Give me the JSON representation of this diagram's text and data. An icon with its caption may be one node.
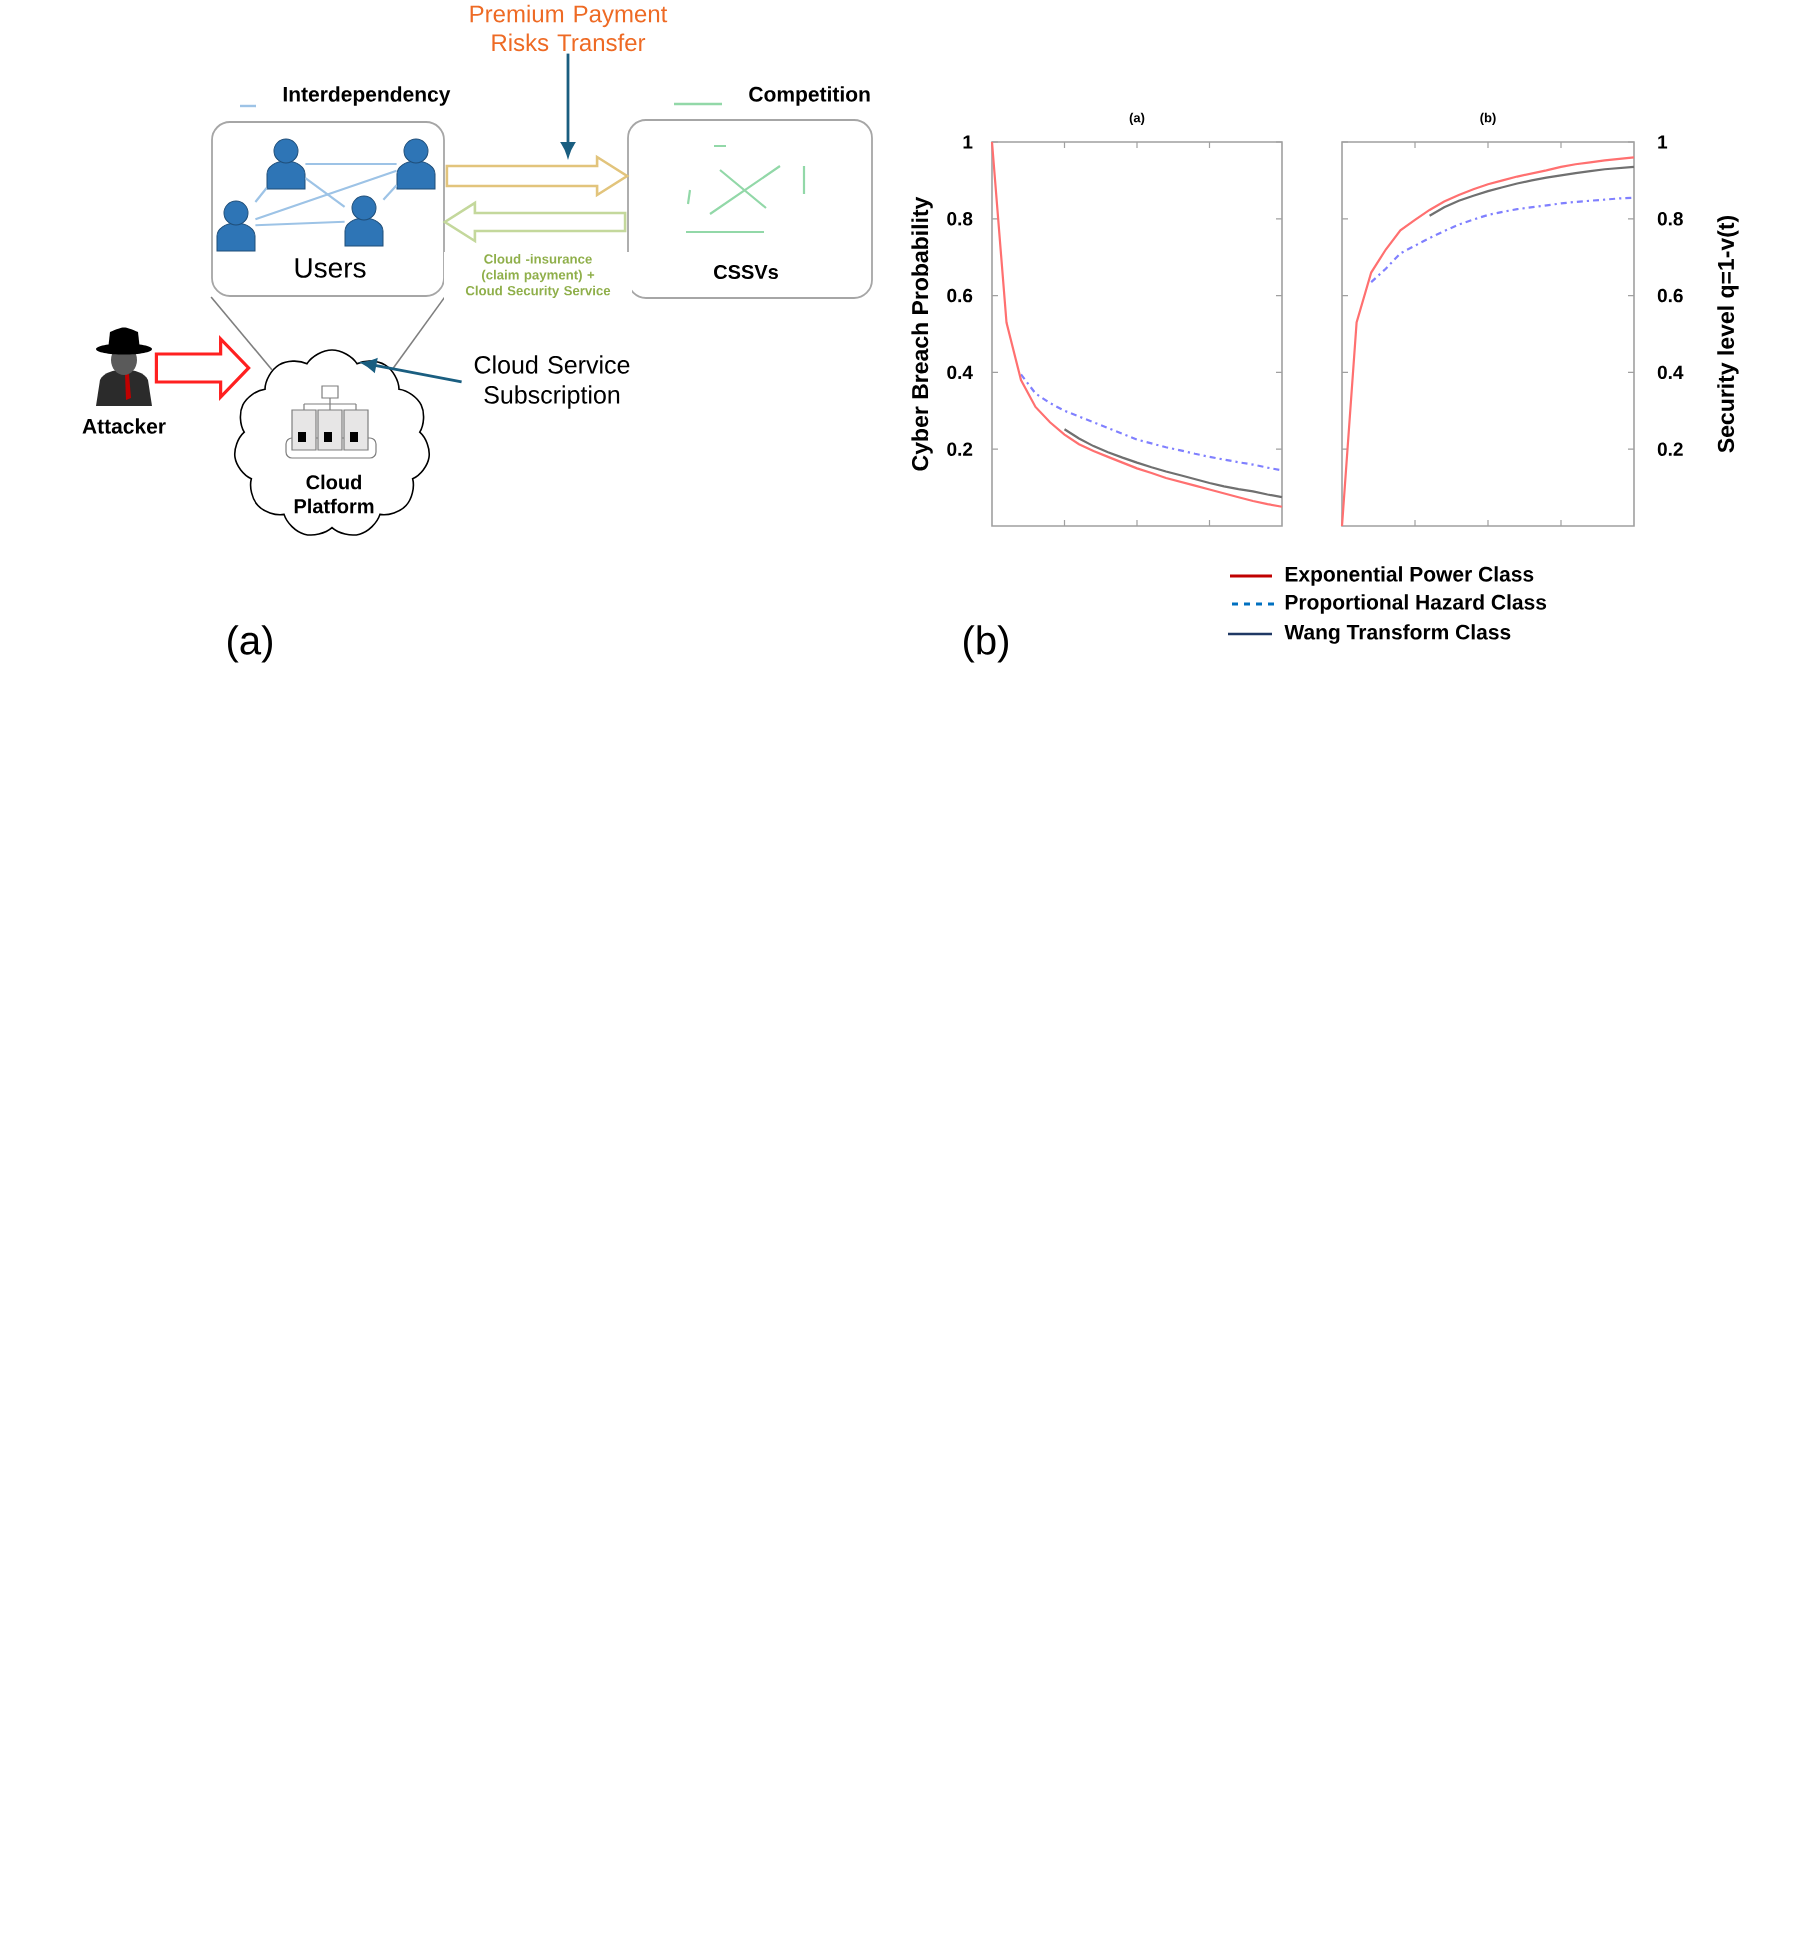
{
  "diagram": {
    "nodes": [
      {
        "text": [
          "Premium Payment Risks Transfer"
        ]
      },
      {
        "text": [
          "Users"
        ]
      },
      {
        "text": [],
        "shape": "person",
        "in": 1
      },
      {
        "text": [],
        "shape": "person",
        "in": 1
      },
      {
        "text": [],
        "shape": "person",
        "in": 1
      },
      {
        "text": [],
        "shape": "person",
        "in": 1
      },
      {
        "text": [
          "CSSVs"
        ]
      },
      {
        "text": [
          "Attacker"
        ]
      },
      {
        "text": [
          "Cloud Platform"
        ]
      },
      {
        "text": [
          "Cloud Service Subscription"
        ]
      }
    ],
    "edges": [
      {
        "from": 0,
        "to": null,
        "arrow": "to",
        "color": "#1a5e80"
      },
      {
        "from": 2,
        "to": 3,
        "arrow": "none"
      },
      {
        "from": 2,
        "to": 4,
        "arrow": "none"
      },
      {
        "from": 2,
        "to": 5,
        "arrow": "none"
      },
      {
        "from": 4,
        "to": 3,
        "arrow": "none"
      },
      {
        "from": 4,
        "to": 5,
        "arrow": "none"
      },
      {
        "from": 3,
        "to": 5,
        "arrow": "none"
      },
      {
        "from": 1,
        "to": 6,
        "arrow": "to",
        "style": "thick",
        "color": "#e2c47c"
      },
      {
        "from": 6,
        "to": 1,
        "arrow": "to",
        "style": "thick",
        "color": "#c4d89c",
        "label": "Cloud -insurance (claim payment) + Cloud Security Service"
      },
      {
        "from": 7,
        "to": 8,
        "arrow": "to",
        "style": "thick",
        "color": "#ff2020"
      },
      {
        "from": 1,
        "to": 8,
        "arrow": "none",
        "color": "#7f7f7f"
      },
      {
        "from": 1,
        "to": 8,
        "arrow": "none",
        "color": "#7f7f7f"
      },
      {
        "from": 9,
        "to": 8,
        "arrow": "to",
        "color": "#1a5e80"
      }
    ],
    "labels": [
      "(a)",
      "(b)"
    ],
    "legend": [
      {
        "text": "Interdependency"
      },
      {
        "text": "Competition"
      },
      {
        "text": "Exponential Power Class"
      },
      {
        "text": "Proportional Hazard Class"
      },
      {
        "text": "Wang Transform Class"
      }
    ],
    "chart_data": [
      {
        "type": "line",
        "title": "(a)",
        "ylabel": "Cyber Breach Probability",
        "categories": [
          null,
          null,
          null,
          null,
          null,
          null,
          null,
          null,
          null,
          null,
          null,
          null,
          null,
          null,
          null,
          null,
          null,
          null,
          null,
          null,
          null
        ],
        "ylim": [
          0,
          1
        ],
        "yticks": [
          0.2,
          0.4,
          0.6,
          0.8,
          1
        ],
        "series": [
          {
            "color": "#ff7070",
            "values": [
              1,
              0.53,
              0.38,
              0.31,
              0.27,
              0.238,
              0.213,
              0.195,
              0.18,
              0.165,
              0.15,
              0.138,
              0.125,
              0.115,
              0.105,
              0.095,
              0.085,
              0.075,
              0.065,
              0.057,
              0.05
            ]
          },
          {
            "color": "#8080ff",
            "line_style": "dashdot",
            "values": [
              null,
              null,
              0.395,
              0.345,
              0.32,
              0.3,
              0.285,
              0.27,
              0.255,
              0.24,
              0.225,
              0.215,
              0.205,
              0.197,
              0.188,
              0.18,
              0.173,
              0.166,
              0.16,
              0.152,
              0.145
            ]
          },
          {
            "color": "#707070",
            "values": [
              null,
              null,
              null,
              null,
              null,
              0.252,
              0.228,
              0.208,
              0.192,
              0.178,
              0.165,
              0.153,
              0.142,
              0.132,
              0.122,
              0.112,
              0.103,
              0.096,
              0.09,
              0.082,
              0.075
            ]
          }
        ]
      },
      {
        "type": "line",
        "title": "(b)",
        "ylabel": "Security level q=1-v(t)",
        "categories": [
          null,
          null,
          null,
          null,
          null,
          null,
          null,
          null,
          null,
          null,
          null,
          null,
          null,
          null,
          null,
          null,
          null,
          null,
          null,
          null,
          null
        ],
        "ylim": [
          0,
          1
        ],
        "yticks": [
          0.2,
          0.4,
          0.6,
          0.8,
          1
        ],
        "series": [
          {
            "color": "#ff7070",
            "values": [
              0,
              0.53,
              0.66,
              0.72,
              0.77,
              0.797,
              0.823,
              0.845,
              0.862,
              0.877,
              0.89,
              0.9,
              0.91,
              0.918,
              0.926,
              0.935,
              0.942,
              0.947,
              0.952,
              0.956,
              0.96
            ]
          },
          {
            "color": "#8080ff",
            "line_style": "dashdot",
            "values": [
              null,
              null,
              0.635,
              0.67,
              0.71,
              0.73,
              0.75,
              0.768,
              0.785,
              0.798,
              0.81,
              0.818,
              0.825,
              0.83,
              0.835,
              0.84,
              0.844,
              0.847,
              0.85,
              0.853,
              0.855
            ]
          },
          {
            "color": "#707070",
            "values": [
              null,
              null,
              null,
              null,
              null,
              null,
              0.808,
              0.83,
              0.847,
              0.86,
              0.872,
              0.882,
              0.892,
              0.9,
              0.907,
              0.913,
              0.919,
              0.924,
              0.929,
              0.932,
              0.935
            ]
          }
        ]
      }
    ]
  }
}
